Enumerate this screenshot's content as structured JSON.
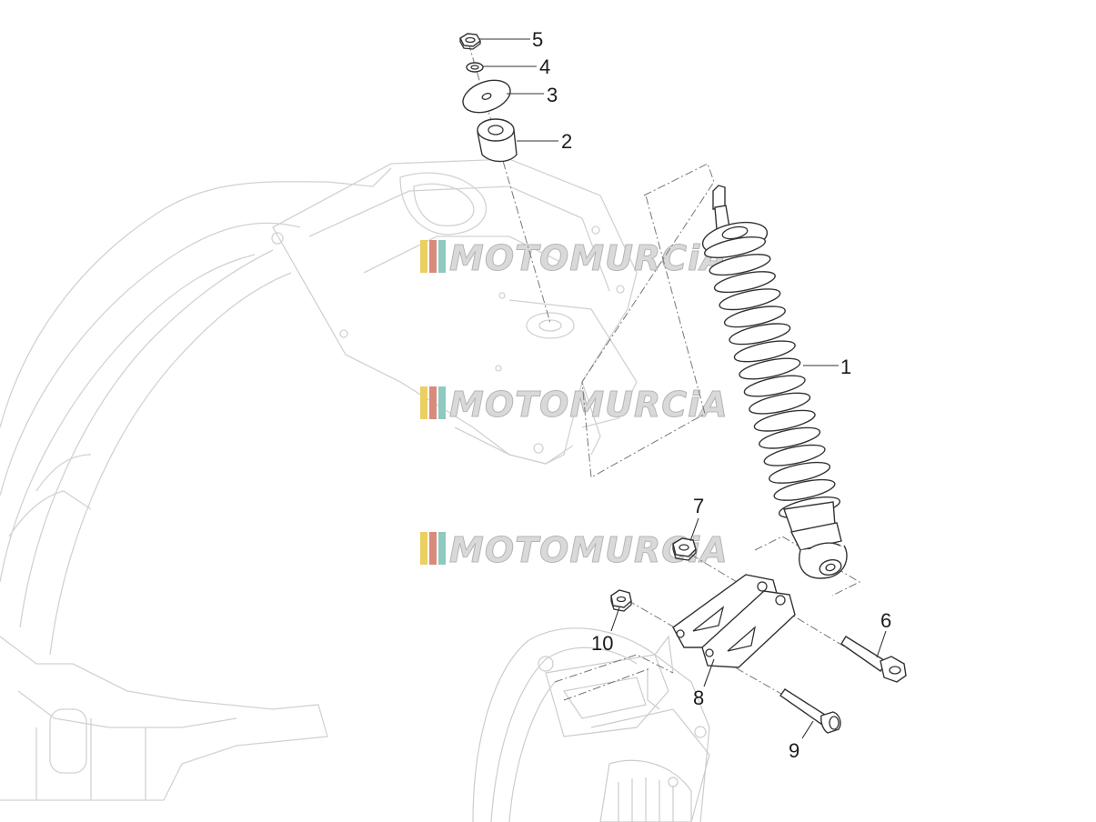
{
  "watermark": {
    "text": "MOTOMURCiA",
    "stripe_colors": [
      "#e9d060",
      "#d98a7a",
      "#8fc9c0"
    ]
  },
  "callouts": [
    {
      "id": "1",
      "label": "1"
    },
    {
      "id": "2",
      "label": "2"
    },
    {
      "id": "3",
      "label": "3"
    },
    {
      "id": "4",
      "label": "4"
    },
    {
      "id": "5",
      "label": "5"
    },
    {
      "id": "6",
      "label": "6"
    },
    {
      "id": "7",
      "label": "7"
    },
    {
      "id": "8",
      "label": "8"
    },
    {
      "id": "9",
      "label": "9"
    },
    {
      "id": "10",
      "label": "10"
    }
  ]
}
